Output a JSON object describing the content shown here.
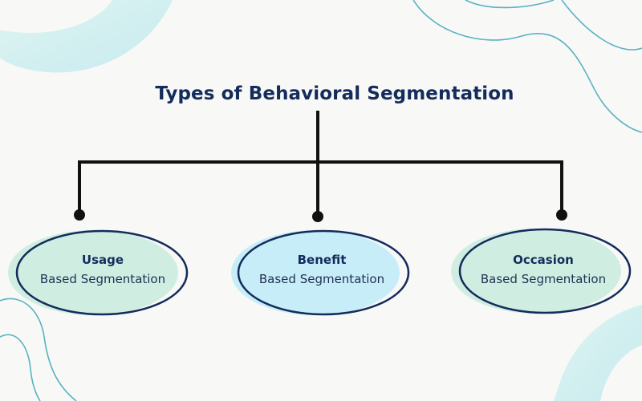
{
  "diagram": {
    "title": "Types of Behavioral Segmentation",
    "nodes": [
      {
        "heading": "Usage",
        "subtitle": "Based Segmentation",
        "fill": "#cfeee1"
      },
      {
        "heading": "Benefit",
        "subtitle": "Based Segmentation",
        "fill": "#c7eef8"
      },
      {
        "heading": "Occasion",
        "subtitle": "Based Segmentation",
        "fill": "#cfeee1"
      }
    ]
  },
  "colors": {
    "background": "#f8f8f7",
    "title_text": "#142c5c",
    "connector_lines": "#111111",
    "node_outline": "#142c5c",
    "decor_waves": "#59b3c2",
    "decor_blob": "#bfe7ea"
  }
}
